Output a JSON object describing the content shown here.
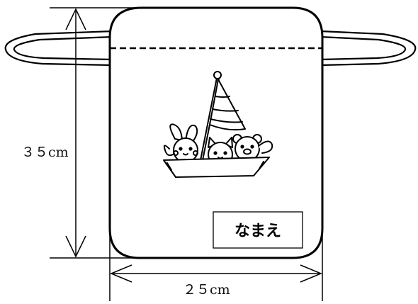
{
  "diagram": {
    "height_label": "３５cm",
    "width_label": "２５cm",
    "name_tag_label": "なまえ",
    "illustration": "boat-with-animals-icon",
    "colors": {
      "line": "#000000",
      "background": "#ffffff"
    }
  }
}
